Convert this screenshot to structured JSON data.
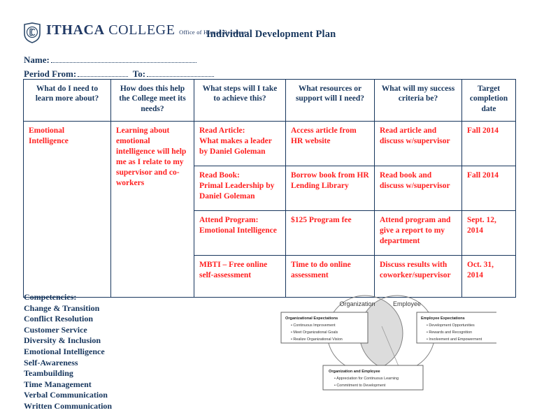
{
  "header": {
    "brand_name_ithaca": "ITHACA",
    "brand_name_college": "COLLEGE",
    "brand_sub": "Office of Human Resources",
    "doc_title": "Individual Development Plan",
    "logo_icon": "ithaca-shield-icon"
  },
  "fields": {
    "name_label": "Name:",
    "name_value": "",
    "period_from_label": "Period From:",
    "period_from_value": "",
    "period_to_label": "To:",
    "period_to_value": ""
  },
  "table": {
    "headers": [
      "What do I need to learn more about?",
      "How does this help the College meet its needs?",
      "What steps will I take to achieve this?",
      "What resources or support will I need?",
      "What will my success criteria be?",
      "Target completion date"
    ],
    "learn_about": "Emotional Intelligence",
    "college_needs": "Learning about emotional intelligence will help me as I relate to my supervisor and co-workers",
    "rows": [
      {
        "steps": "Read Article:\nWhat makes a leader by Daniel Goleman",
        "resources": "Access article from HR website",
        "criteria": "Read article and discuss w/supervisor",
        "target": "Fall 2014"
      },
      {
        "steps": "Read Book:\nPrimal Leadership by Daniel Goleman",
        "resources": "Borrow book from HR Lending Library",
        "criteria": "Read book and discuss w/supervisor",
        "target": "Fall 2014"
      },
      {
        "steps": "Attend Program:\nEmotional Intelligence",
        "resources": "$125 Program fee",
        "criteria": "Attend program and give a report to my department",
        "target": "Sept. 12, 2014"
      },
      {
        "steps": "MBTI – Free online self-assessment",
        "resources": "Time to do online assessment",
        "criteria": "Discuss results with coworker/supervisor",
        "target": "Oct. 31, 2014"
      }
    ]
  },
  "competencies": {
    "title": "Competencies:",
    "items": [
      "Change & Transition",
      "Conflict Resolution",
      "Customer Service",
      "Diversity & Inclusion",
      "Emotional Intelligence",
      "Self-Awareness",
      "Teambuilding",
      "Time Management",
      "Verbal Communication",
      "Written Communication"
    ]
  },
  "venn": {
    "circle_left_label": "Organization",
    "circle_right_label": "Employee",
    "box_left": {
      "title": "Organizational Expectations",
      "bullets": [
        "Continuous Improvement",
        "Meet Organizational Goals",
        "Realize Organizational Vision"
      ]
    },
    "box_right": {
      "title": "Employee Expectations",
      "bullets": [
        "Development Opportunities",
        "Rewards and Recognition",
        "Involvement and Empowerment"
      ]
    },
    "box_center": {
      "title": "Organization and Employee",
      "bullets": [
        "Appreciation for Continuous Learning",
        "Commitment to Development"
      ]
    }
  },
  "colors": {
    "navy": "#17365D",
    "red": "#FF2020",
    "diagram_gray": "#808080"
  }
}
